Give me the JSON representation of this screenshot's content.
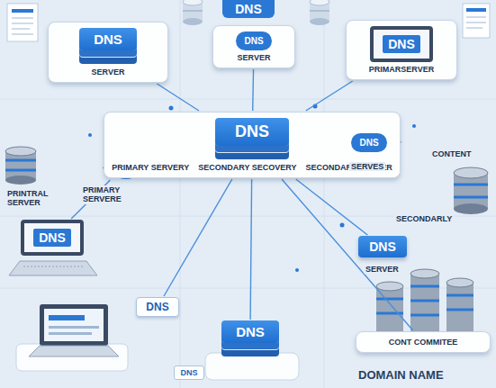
{
  "diagram": {
    "nodes": [
      {
        "text": [
          "DNS"
        ]
      },
      {
        "text": [
          "SERVER"
        ]
      },
      {
        "text": [
          "DNS"
        ],
        "in": 1
      },
      {
        "text": [
          "SERVER"
        ]
      },
      {
        "text": [
          "DNS"
        ],
        "in": 3
      },
      {
        "text": [
          "PRIMARSERVER"
        ]
      },
      {
        "text": [
          "DNS"
        ],
        "in": 5
      },
      {
        "text": [
          "DNS"
        ]
      },
      {
        "text": [
          "PRIMARY SERVERY",
          "SECONDARY SECOVERY",
          "SECONDARY SERVER"
        ]
      },
      {
        "text": [
          "DNS"
        ],
        "in": 8
      },
      {
        "text": [
          "DNS"
        ]
      },
      {
        "text": [
          "DNS"
        ]
      },
      {
        "text": [
          "DNS"
        ]
      },
      {
        "text": [
          "DNS"
        ]
      },
      {
        "text": [
          "CONT COMMITEE"
        ]
      },
      {
        "text": [
          "DNS"
        ]
      },
      {
        "text": [
          "DNS"
        ]
      }
    ],
    "edges": [
      {
        "from": 8,
        "to": 1,
        "arrow": "none"
      },
      {
        "from": 8,
        "to": 3,
        "arrow": "none"
      },
      {
        "from": 8,
        "to": 5,
        "arrow": "none"
      },
      {
        "from": 8,
        "to": 7,
        "arrow": "none"
      },
      {
        "from": 8,
        "to": 10,
        "arrow": "none"
      },
      {
        "from": 8,
        "to": 12,
        "arrow": "none"
      },
      {
        "from": 8,
        "to": 13,
        "arrow": "none"
      },
      {
        "from": 8,
        "to": 15,
        "arrow": "none"
      },
      {
        "from": 8,
        "to": 14,
        "arrow": "none"
      },
      {
        "from": 7,
        "to": 11,
        "arrow": "none"
      }
    ],
    "labels": [
      "PRINTRAL SERVER",
      "PRIMARY SERVERE",
      "SERVES",
      "SECONDARLY",
      "CONTENT",
      "SERVER",
      "DOMAIN NAME"
    ]
  }
}
